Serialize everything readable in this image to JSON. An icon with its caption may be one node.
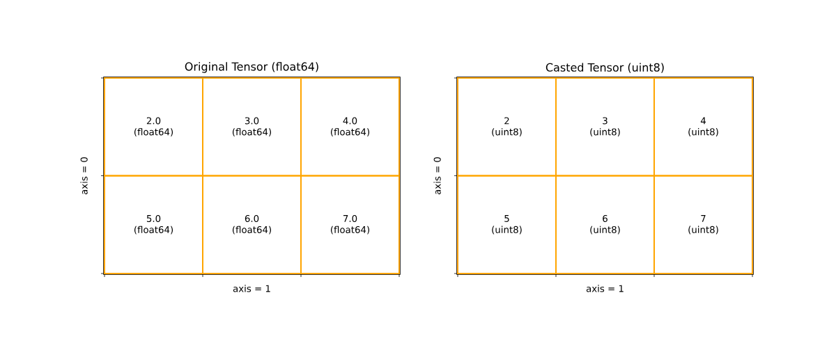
{
  "diagram": {
    "nodes": [
      {
        "text": [
          "Original Tensor (float64)"
        ],
        "beside": [
          "axis = 0",
          "axis = 1"
        ]
      },
      {
        "text": [
          "2.0",
          "(float64)"
        ],
        "in": 0
      },
      {
        "text": [
          "3.0",
          "(float64)"
        ],
        "in": 0
      },
      {
        "text": [
          "4.0",
          "(float64)"
        ],
        "in": 0
      },
      {
        "text": [
          "5.0",
          "(float64)"
        ],
        "in": 0
      },
      {
        "text": [
          "6.0",
          "(float64)"
        ],
        "in": 0
      },
      {
        "text": [
          "7.0",
          "(float64)"
        ],
        "in": 0
      },
      {
        "text": [
          "Casted Tensor (uint8)"
        ],
        "beside": [
          "axis = 0",
          "axis = 1"
        ]
      },
      {
        "text": [
          "2",
          "(uint8)"
        ],
        "in": 7
      },
      {
        "text": [
          "3",
          "(uint8)"
        ],
        "in": 7
      },
      {
        "text": [
          "4",
          "(uint8)"
        ],
        "in": 7
      },
      {
        "text": [
          "5",
          "(uint8)"
        ],
        "in": 7
      },
      {
        "text": [
          "6",
          "(uint8)"
        ],
        "in": 7
      },
      {
        "text": [
          "7",
          "(uint8)"
        ],
        "in": 7
      }
    ]
  }
}
